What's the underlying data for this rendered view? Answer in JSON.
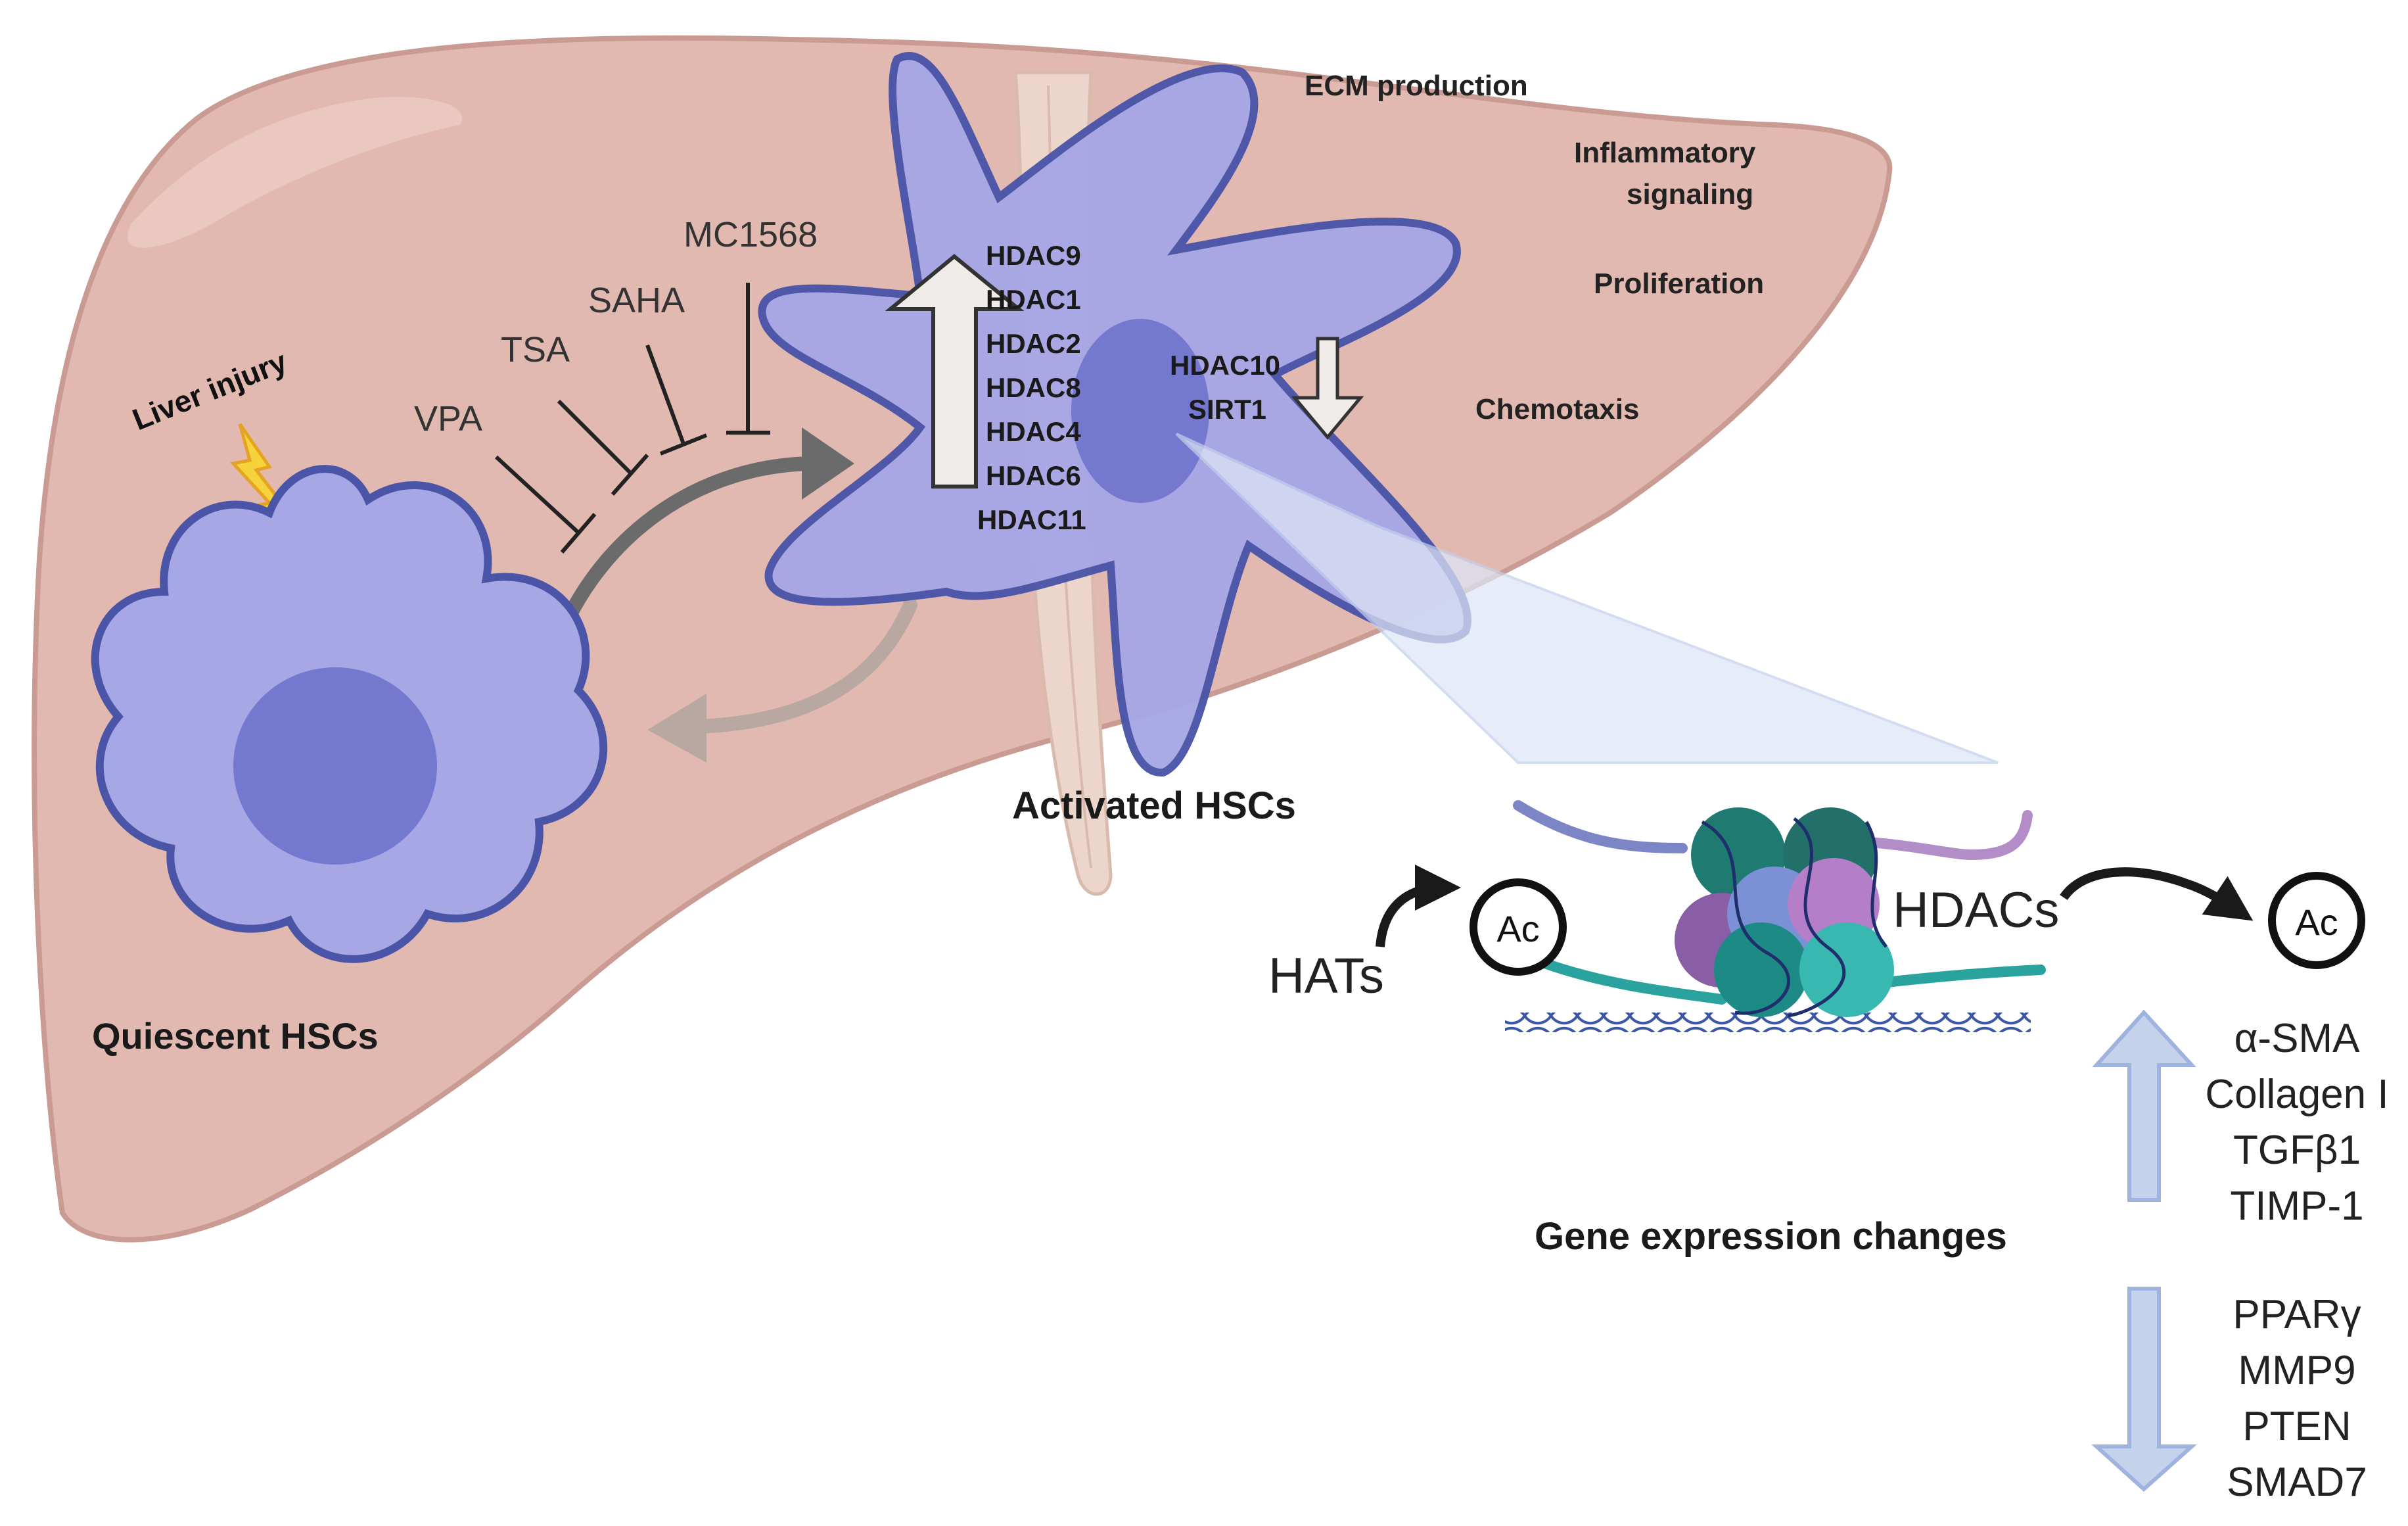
{
  "colors": {
    "liver_fill": "#e2b9b0",
    "liver_stroke": "#c99b92",
    "cell_fill": "#a7a7e6",
    "cell_stroke": "#4a55a8",
    "nucleus": "#7478cf",
    "arrow_dark": "#6b6b6b",
    "arrow_light": "#b9a8a2",
    "hollow_arrow_fill": "#eeebe8",
    "blue_arrow": "#c4d2ec",
    "blue_arrow_stroke": "#9eb3dd"
  },
  "labels": {
    "liver_injury": "Liver injury",
    "quiescent": "Quiescent HSCs",
    "activated": "Activated HSCs",
    "gene_expression": "Gene expression changes"
  },
  "inhibitors": [
    "VPA",
    "TSA",
    "SAHA",
    "MC1568"
  ],
  "upregulated_hdacs": [
    "HDAC9",
    "HDAC1",
    "HDAC2",
    "HDAC8",
    "HDAC4",
    "HDAC6",
    "HDAC11"
  ],
  "downregulated_hdacs": [
    "HDAC10",
    "SIRT1"
  ],
  "functions": {
    "ecm": "ECM production",
    "inflammatory_1": "Inflammatory",
    "inflammatory_2": "signaling",
    "proliferation": "Proliferation",
    "chemotaxis": "Chemotaxis"
  },
  "chromatin": {
    "hats": "HATs",
    "hdacs": "HDACs",
    "ac": "Ac"
  },
  "genes_up": [
    "α-SMA",
    "Collagen I",
    "TGFβ1",
    "TIMP-1"
  ],
  "genes_down": [
    "PPARγ",
    "MMP9",
    "PTEN",
    "SMAD7"
  ]
}
